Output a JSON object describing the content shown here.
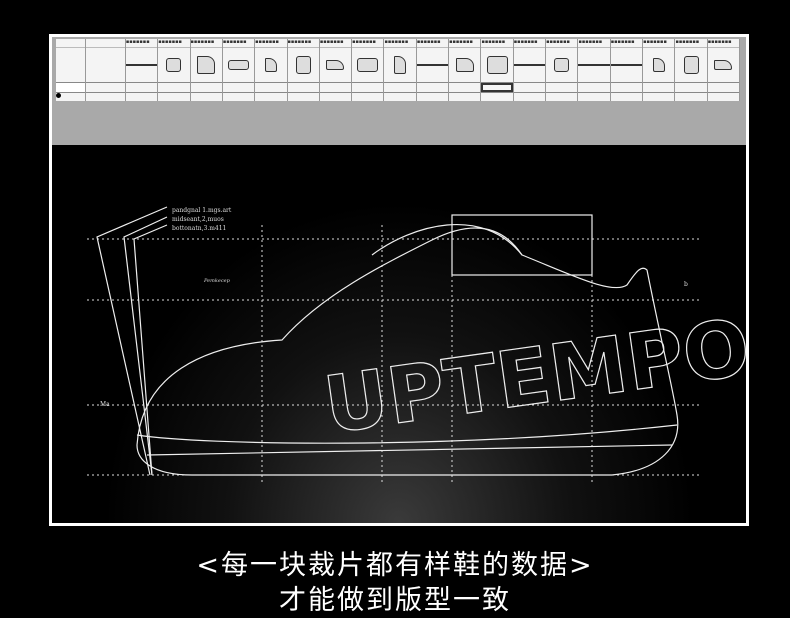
{
  "pattern_table": {
    "piece_count": 19,
    "piece_icons": [
      "line",
      "tongue",
      "eyestay",
      "toe-cap",
      "heel-counter",
      "collar",
      "lace-loop",
      "vamp",
      "logo-patch",
      "line",
      "quarter",
      "tip",
      "line",
      "upper",
      "line",
      "line",
      "tab",
      "insole",
      "heel"
    ]
  },
  "sketch": {
    "annotations": [
      "pandgnal 1.mgs.art",
      "midseant,2,muos",
      "bottonatn,3.m411"
    ],
    "label": "Pemkecep",
    "left_mark": "Ma",
    "right_mark": "b",
    "shoe_text": "UPTEMPO"
  },
  "caption": {
    "line1": "<每一块裁片都有样鞋的数据>",
    "line2": "才能做到版型一致"
  }
}
